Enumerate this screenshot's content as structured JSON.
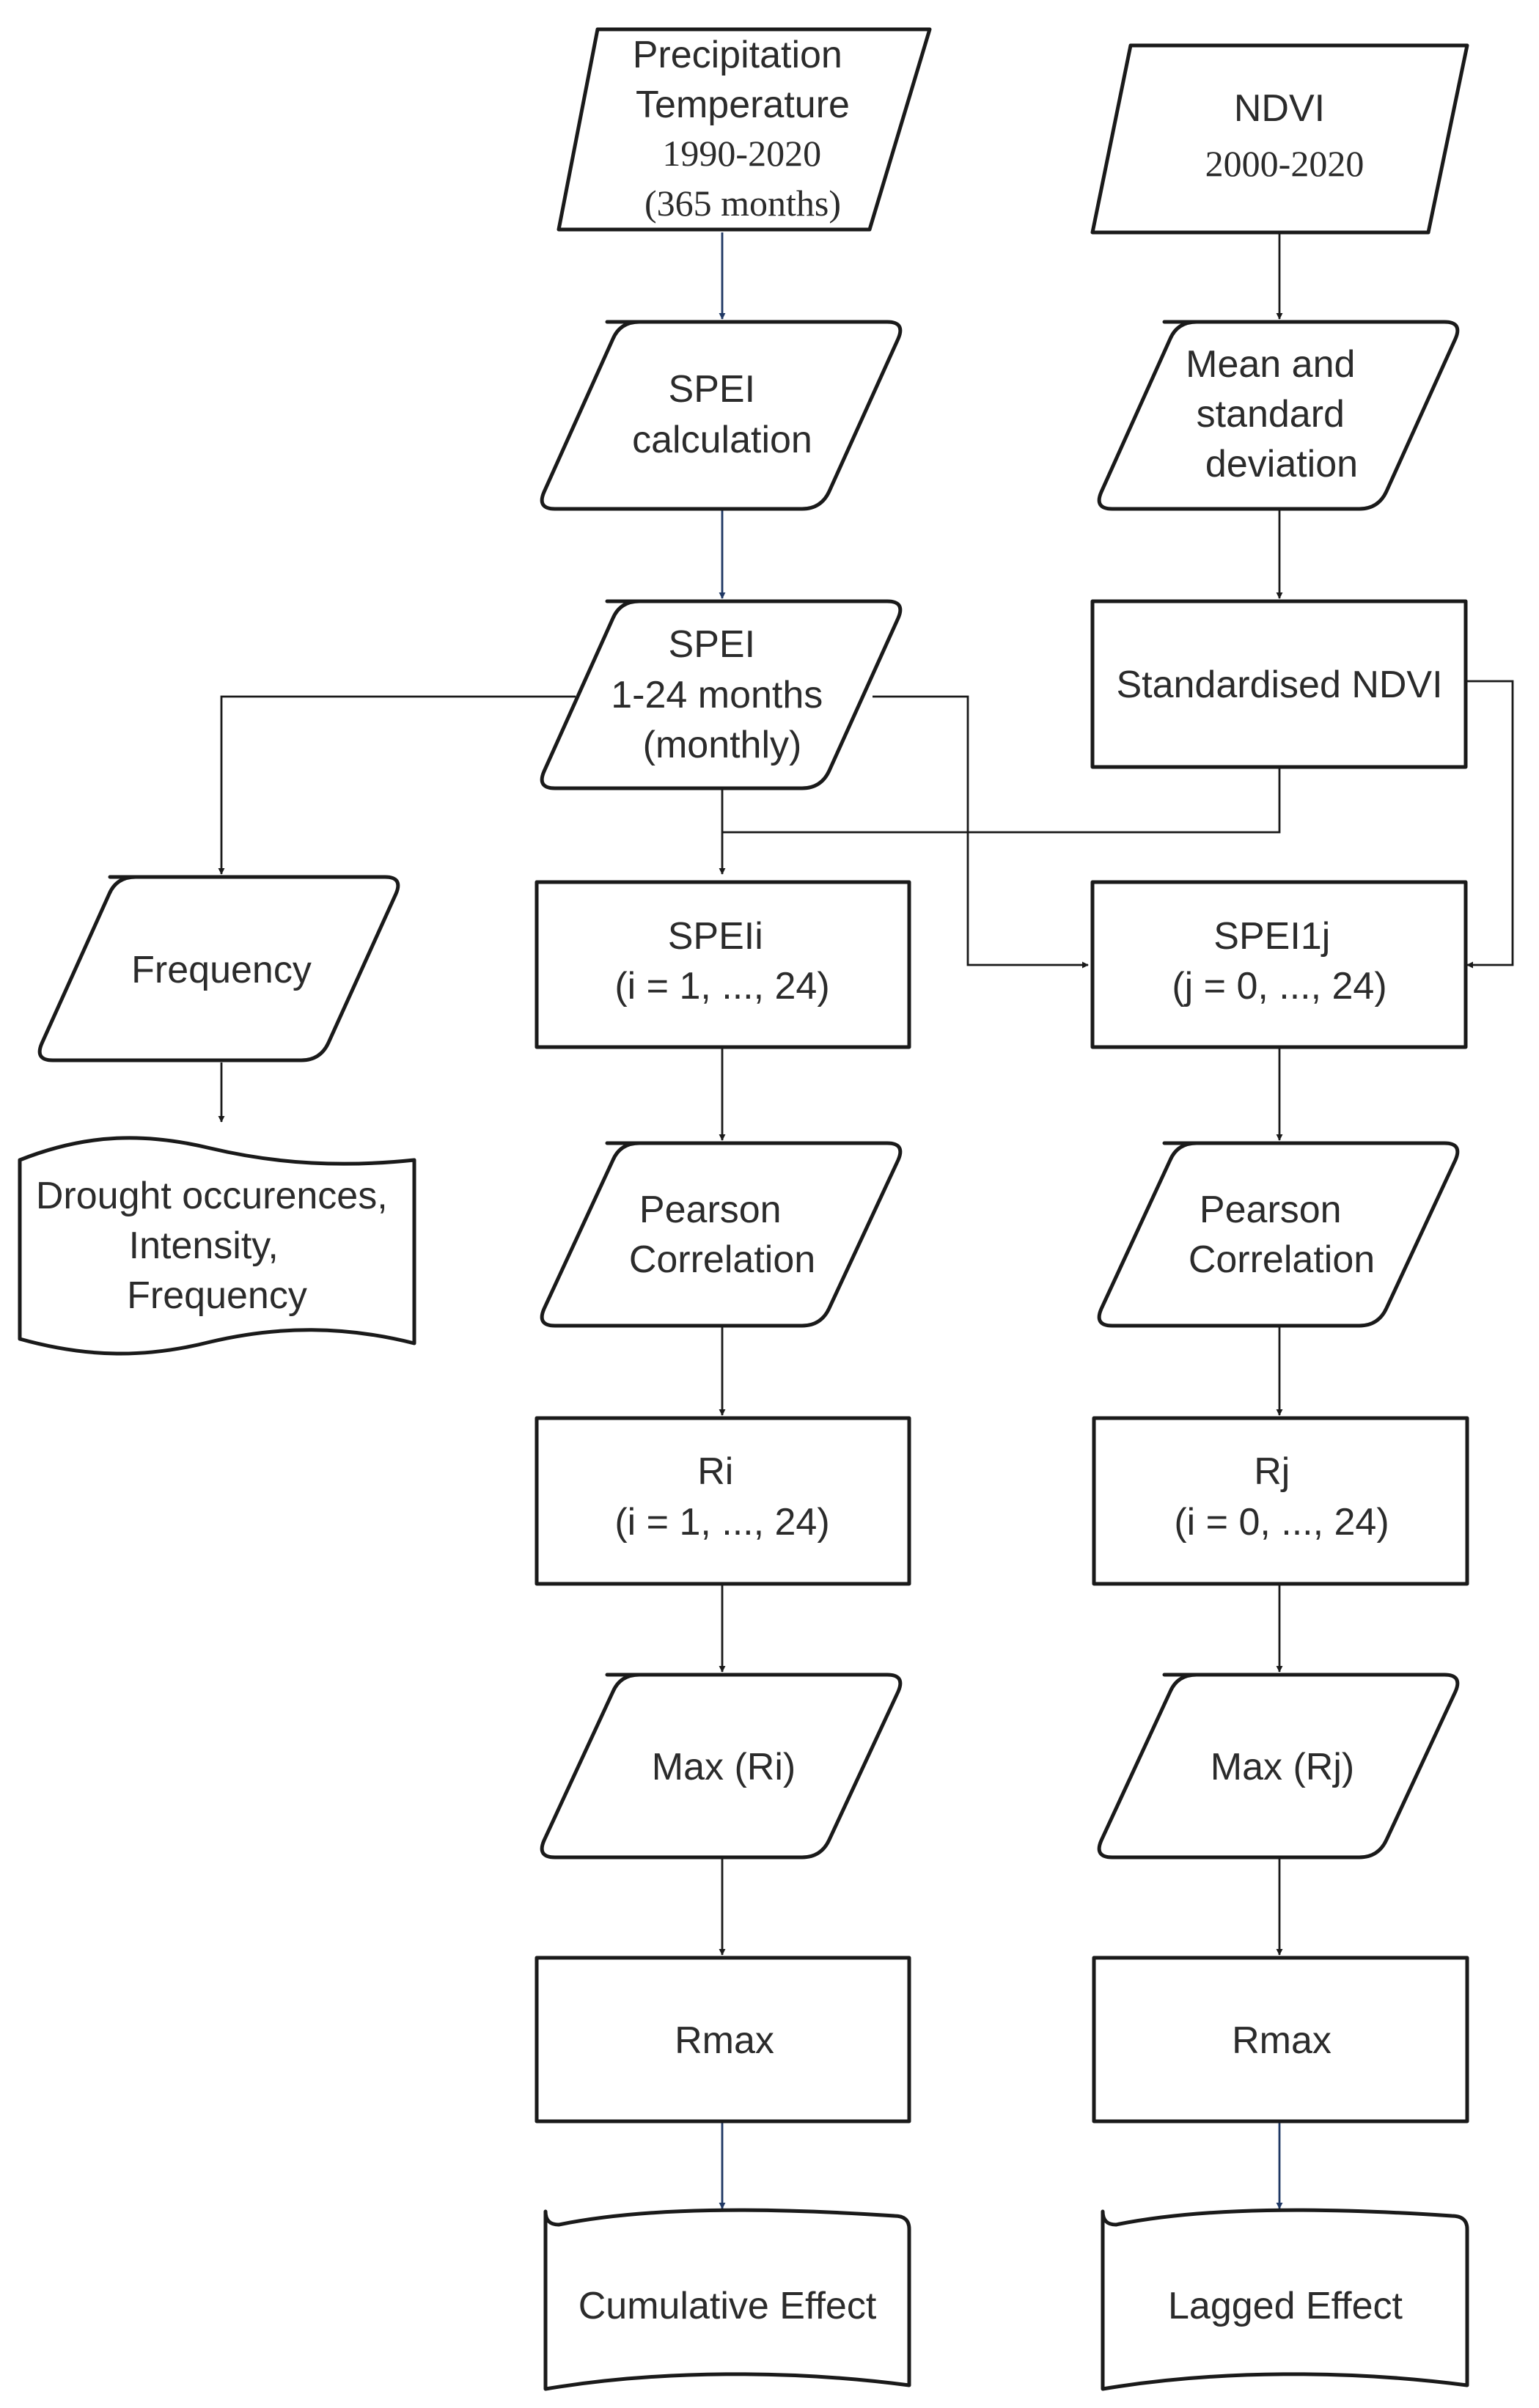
{
  "nodes": {
    "input_climate": {
      "lines": [
        "Precipitation",
        "Temperature"
      ],
      "serif_lines": [
        "1990-2020",
        "(365 months)"
      ]
    },
    "input_ndvi": {
      "lines": [
        "NDVI"
      ],
      "serif_lines": [
        "2000-2020"
      ]
    },
    "spei_calc": {
      "lines": [
        "SPEI",
        "calculation"
      ]
    },
    "mean_std": {
      "lines": [
        "Mean and",
        "standard",
        "deviation"
      ]
    },
    "spei_monthly": {
      "lines": [
        "SPEI",
        "1-24 months",
        "(monthly)"
      ]
    },
    "standardised_ndvi": {
      "lines": [
        "Standardised NDVI"
      ]
    },
    "frequency": {
      "lines": [
        "Frequency"
      ]
    },
    "drought_doc": {
      "lines": [
        "Drought occurences,",
        "Intensity,",
        "Frequency"
      ]
    },
    "spei_i": {
      "lines": [
        "SPEIi",
        "(i = 1, ..., 24)"
      ]
    },
    "spei_1j": {
      "lines": [
        "SPEI1j",
        "(j = 0, ..., 24)"
      ]
    },
    "pearson_left": {
      "lines": [
        "Pearson",
        "Correlation"
      ]
    },
    "pearson_right": {
      "lines": [
        "Pearson",
        "Correlation"
      ]
    },
    "ri": {
      "lines": [
        "Ri",
        "(i = 1, ..., 24)"
      ]
    },
    "rj": {
      "lines": [
        "Rj",
        "(i = 0, ..., 24)"
      ]
    },
    "max_ri": {
      "lines": [
        "Max (Ri)"
      ]
    },
    "max_rj": {
      "lines": [
        "Max (Rj)"
      ]
    },
    "rmax_left": {
      "lines": [
        "Rmax"
      ]
    },
    "rmax_right": {
      "lines": [
        "Rmax"
      ]
    },
    "cumulative": {
      "lines": [
        "Cumulative Effect"
      ]
    },
    "lagged": {
      "lines": [
        "Lagged Effect"
      ]
    }
  },
  "colors": {
    "stroke": "#1a1a1a",
    "arrow_accent": "#1f3864",
    "text": "#2b2b2b"
  }
}
